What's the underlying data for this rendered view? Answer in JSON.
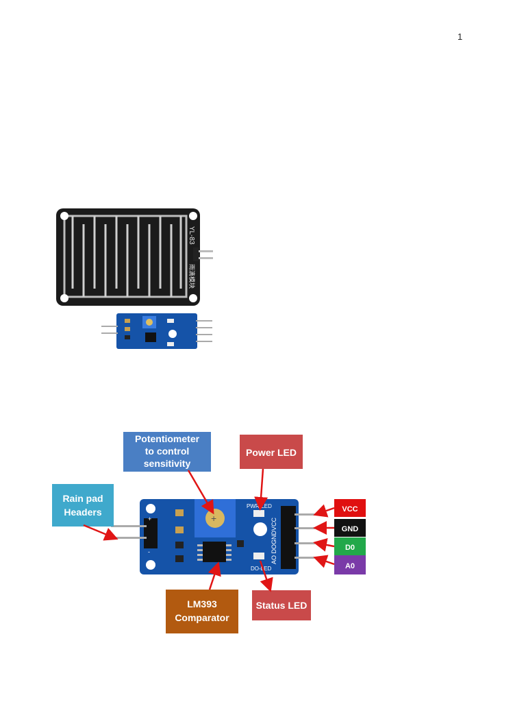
{
  "page": {
    "number": "1"
  },
  "sensor_photo": {
    "board_marking": "YL-83",
    "chinese_marking": "雨滴模块"
  },
  "module_diagram": {
    "callouts": {
      "potentiometer": [
        "Potentiometer",
        "to control",
        "sensitivity"
      ],
      "power_led": "Power LED",
      "rain_pad_headers": [
        "Rain pad",
        "Headers"
      ],
      "lm393": [
        "LM393",
        "Comparator"
      ],
      "status_led": "Status LED"
    },
    "pins": [
      {
        "label": "VCC",
        "color": "#e01010"
      },
      {
        "label": "GND",
        "color": "#111111"
      },
      {
        "label": "D0",
        "color": "#22a84a"
      },
      {
        "label": "A0",
        "color": "#7a3aa8"
      }
    ],
    "silkscreen": {
      "pwr_led": "PWR-LED",
      "do_led": "DO-LED",
      "pin_markings": "AO DOGNDVCC"
    },
    "colors": {
      "potentiometer_box": "#4a7fc4",
      "power_led_box": "#c94a4a",
      "rain_pad_box": "#3fa9cc",
      "lm393_box": "#b25a10",
      "status_led_box": "#c94a4a",
      "arrow": "#e01515",
      "pcb": "#1553a8"
    }
  }
}
